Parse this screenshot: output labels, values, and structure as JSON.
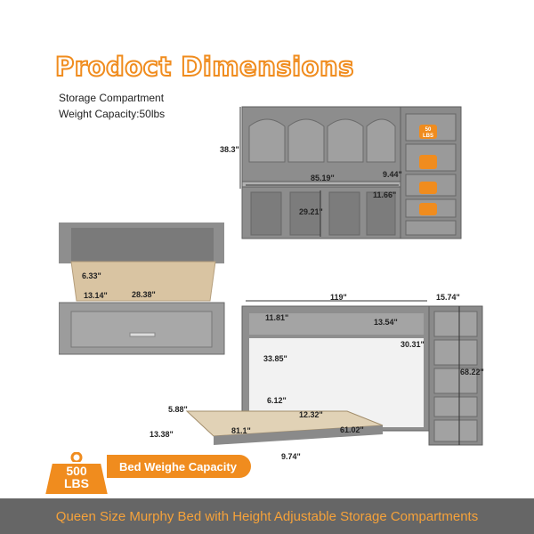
{
  "title": "Prodoct Dimensions",
  "storage": {
    "label": "Storage Compartment",
    "weight": "Weight Capacity:50lbs"
  },
  "top_diagram": {
    "height": "38.3\"",
    "width": "85.19\"",
    "shelf_depth": "9.44\"",
    "shelf_gap": "11.66\"",
    "desk_height": "29.21\"",
    "weight_badge_top": "50",
    "weight_badge_unit": "LBS"
  },
  "drawer_diagram": {
    "depth": "6.33\"",
    "width_a": "13.14\"",
    "width_b": "28.38\""
  },
  "bed_diagram": {
    "overall_width": "119\"",
    "cabinet_width": "15.74\"",
    "header_height": "11.81\"",
    "shelf_top": "13.54\"",
    "cabinet_w2": "30.31\"",
    "bed_gap": "33.85\"",
    "total_height": "68.22\"",
    "side_gap": "6.12\"",
    "leg_height": "5.88\"",
    "frame_height": "13.38\"",
    "slat": "12.32\"",
    "length": "81.1\"",
    "width": "61.02\"",
    "base_height": "9.74\""
  },
  "capacity": {
    "amount": "500",
    "unit": "LBS",
    "label": "Bed Weighe Capacity"
  },
  "footer": "Queen Size Murphy Bed with Height Adjustable Storage Compartments",
  "colors": {
    "accent": "#f08c1e",
    "frame": "#8a8a8a",
    "footer_bg": "#666666",
    "wood": "#d9c4a2"
  }
}
